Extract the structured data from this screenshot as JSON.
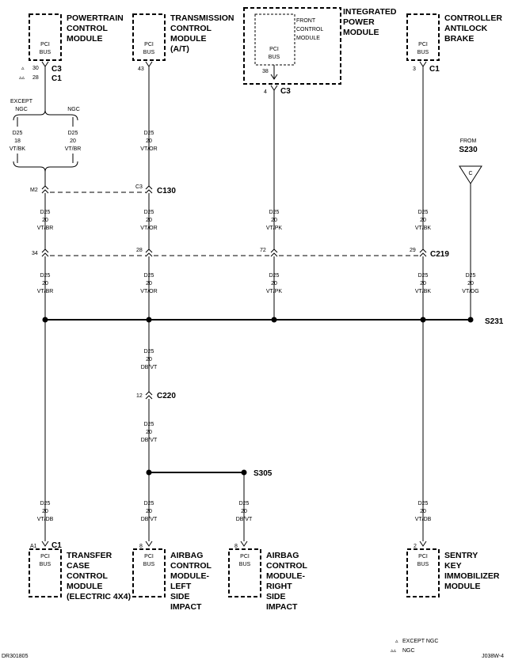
{
  "modules": {
    "pcm": {
      "title": [
        "POWERTRAIN",
        "CONTROL",
        "MODULE"
      ],
      "inner": [
        "PCI",
        "BUS"
      ],
      "connector": "C3",
      "connector2": "C1",
      "pins": [
        "30",
        "28"
      ]
    },
    "tcm": {
      "title": [
        "TRANSMISSION",
        "CONTROL",
        "MODULE",
        "(A/T)"
      ],
      "inner": [
        "PCI",
        "BUS"
      ],
      "pin": "43"
    },
    "ipm": {
      "title": [
        "INTEGRATED",
        "POWER",
        "MODULE"
      ],
      "fcm": [
        "FRONT",
        "CONTROL",
        "MODULE"
      ],
      "inner": [
        "PCI",
        "BUS"
      ],
      "pin_top": "38",
      "pin": "4",
      "connector": "C3"
    },
    "cab": {
      "title": [
        "CONTROLLER",
        "ANTILOCK",
        "BRAKE"
      ],
      "inner": [
        "PCI",
        "BUS"
      ],
      "pin": "3",
      "connector": "C1"
    },
    "tccm": {
      "title": [
        "TRANSFER",
        "CASE",
        "CONTROL",
        "MODULE",
        "(ELECTRIC 4X4)"
      ],
      "inner": [
        "PCI",
        "BUS"
      ],
      "pin": "A1",
      "connector": "C1"
    },
    "acm_left": {
      "title": [
        "AIRBAG",
        "CONTROL",
        "MODULE-",
        "LEFT",
        "SIDE",
        "IMPACT"
      ],
      "inner": [
        "PCI",
        "BUS"
      ],
      "pin": "8"
    },
    "acm_right": {
      "title": [
        "AIRBAG",
        "CONTROL",
        "MODULE-",
        "RIGHT",
        "SIDE",
        "IMPACT"
      ],
      "inner": [
        "PCI",
        "BUS"
      ],
      "pin": "8"
    },
    "skim": {
      "title": [
        "SENTRY",
        "KEY",
        "IMMOBILIZER",
        "MODULE"
      ],
      "inner": [
        "PCI",
        "BUS"
      ],
      "pin": "2"
    }
  },
  "branch": {
    "except": [
      "EXCEPT",
      "NGC"
    ],
    "ngc": "NGC"
  },
  "wires": {
    "pcm_except": [
      "D25",
      "18",
      "VT/BK"
    ],
    "pcm_ngc": [
      "D25",
      "20",
      "VT/BR"
    ],
    "pcm_c130": [
      "D25",
      "20",
      "VT/BR"
    ],
    "pcm_c219": [
      "D25",
      "20",
      "VT/BR"
    ],
    "tcm_top": [
      "D25",
      "20",
      "VT/OR"
    ],
    "tcm_c130": [
      "D25",
      "20",
      "VT/OR"
    ],
    "tcm_c219": [
      "D25",
      "20",
      "VT/OR"
    ],
    "ipm_c219": [
      "D25",
      "20",
      "VT/PK"
    ],
    "ipm_bus": [
      "D25",
      "20",
      "VT/PK"
    ],
    "cab_c219": [
      "D25",
      "20",
      "VT/BK"
    ],
    "cab_bus": [
      "D25",
      "20",
      "VT/BK"
    ],
    "from_s230": [
      "D25",
      "20",
      "VT/DG"
    ],
    "c220_top": [
      "D25",
      "20",
      "DB/VT"
    ],
    "c220_bot": [
      "D25",
      "20",
      "DB/VT"
    ],
    "tccm": [
      "D25",
      "20",
      "VT/DB"
    ],
    "acm_left": [
      "D25",
      "20",
      "DB/VT"
    ],
    "acm_right": [
      "D25",
      "20",
      "DB/VT"
    ],
    "skim": [
      "D25",
      "20",
      "VT/DB"
    ]
  },
  "connectors": {
    "c130": {
      "label": "C130",
      "pin_pcm": "M2",
      "pin_tcm": "C3"
    },
    "c219": {
      "label": "C219",
      "pins": [
        "34",
        "28",
        "72",
        "29"
      ]
    },
    "c220": {
      "label": "C220",
      "pin": "12"
    }
  },
  "splices": {
    "s231": "S231",
    "s305": "S305"
  },
  "from": {
    "label": "FROM",
    "splice": "S230",
    "letter": "C"
  },
  "legend": {
    "except_ngc": "EXCEPT NGC",
    "ngc": "NGC"
  },
  "footer": {
    "left": "DR301805",
    "right": "J038W-4"
  }
}
